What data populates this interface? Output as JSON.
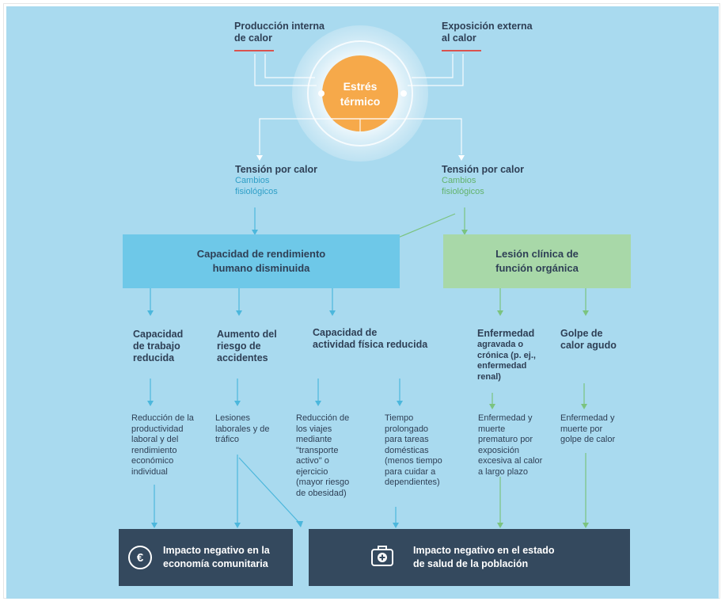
{
  "top": {
    "internal_heat": [
      "Producción interna",
      "de calor"
    ],
    "external_heat": [
      "Exposición externa",
      "al calor"
    ],
    "center": [
      "Estrés",
      "térmico"
    ]
  },
  "tension": {
    "left": {
      "title": "Tensión por calor",
      "sub": [
        "Cambios",
        "fisiológicos"
      ]
    },
    "right": {
      "title": "Tensión por calor",
      "sub": [
        "Cambios",
        "fisiológicos"
      ]
    }
  },
  "mid_boxes": {
    "performance": [
      "Capacidad de rendimiento",
      "humano disminuida"
    ],
    "lesion": [
      "Lesión clínica de",
      "función orgánica"
    ]
  },
  "level3": {
    "work": [
      "Capacidad",
      "de trabajo",
      "reducida"
    ],
    "accidents": [
      "Aumento del",
      "riesgo de",
      "accidentes"
    ],
    "physical": [
      "Capacidad de",
      "actividad física reducida"
    ],
    "illness": [
      "Enfermedad",
      "agravada o",
      "crónica (p. ej.,",
      "enfermedad",
      "renal)"
    ],
    "heatstroke": [
      "Golpe de",
      "calor agudo"
    ]
  },
  "level4": {
    "productivity": [
      "Reducción de la",
      "productividad",
      "laboral y del",
      "rendimiento",
      "económico",
      "individual"
    ],
    "injuries": [
      "Lesiones",
      "laborales y de",
      "tráfico"
    ],
    "trips": [
      "Reducción de",
      "los viajes",
      "mediante",
      "\"transporte",
      "activo\" o",
      "ejercicio",
      "(mayor riesgo",
      "de obesidad)"
    ],
    "time": [
      "Tiempo",
      "prolongado",
      "para tareas",
      "domésticas",
      "(menos tiempo",
      "para cuidar a",
      "dependientes)"
    ],
    "premature": [
      "Enfermedad y",
      "muerte",
      "prematuro por",
      "exposición",
      "excesiva al calor",
      "a largo plazo"
    ],
    "heat_death": [
      "Enfermedad y",
      "muerte por",
      "golpe de calor"
    ]
  },
  "bottom": {
    "economy": [
      "Impacto negativo en la",
      "economía comunitaria"
    ],
    "economy_symbol": "€",
    "health": [
      "Impacto negativo en el estado",
      "de salud de la población"
    ],
    "health_icon": "first-aid-kit-icon"
  },
  "colors": {
    "background": "#a9daef",
    "sun": "#f6a94a",
    "performance_box": "#6ec8e8",
    "lesion_box": "#a8d8a8",
    "dark_box": "#34495e",
    "cyan_line": "#4cb7dc",
    "green_line": "#7bc37f",
    "underline": "#d9534f"
  }
}
